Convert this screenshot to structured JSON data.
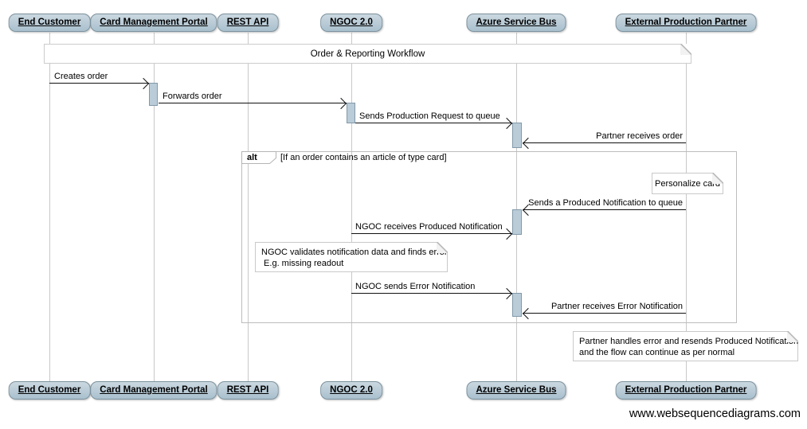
{
  "diagram": {
    "title": "Order & Reporting Workflow",
    "watermark": "www.websequencediagrams.com",
    "participants": [
      {
        "id": "end-customer",
        "label": "End Customer"
      },
      {
        "id": "card-management-portal",
        "label": "Card Management Portal"
      },
      {
        "id": "rest-api",
        "label": "REST API"
      },
      {
        "id": "ngoc-2-0",
        "label": "NGOC 2.0"
      },
      {
        "id": "azure-service-bus",
        "label": "Azure Service Bus"
      },
      {
        "id": "external-production-partner",
        "label": "External Production Partner"
      }
    ],
    "messages": [
      {
        "from": "End Customer",
        "to": "Card Management Portal",
        "label": "Creates order"
      },
      {
        "from": "Card Management Portal",
        "to": "NGOC 2.0",
        "label": "Forwards order"
      },
      {
        "from": "NGOC 2.0",
        "to": "Azure Service Bus",
        "label": "Sends Production Request to queue"
      },
      {
        "from": "External Production Partner",
        "to": "Azure Service Bus",
        "label": "Partner receives order"
      },
      {
        "from": "External Production Partner",
        "to": "Azure Service Bus",
        "label": "Sends a Produced Notification to queue"
      },
      {
        "from": "NGOC 2.0",
        "to": "Azure Service Bus",
        "label": "NGOC receives Produced Notification"
      },
      {
        "from": "NGOC 2.0",
        "to": "Azure Service Bus",
        "label": "NGOC sends Error Notification"
      },
      {
        "from": "External Production Partner",
        "to": "Azure Service Bus",
        "label": "Partner receives Error Notification"
      }
    ],
    "alt_frame": {
      "operator": "alt",
      "condition": "[If an order contains an article of type card]"
    },
    "notes": [
      {
        "over": "External Production Partner",
        "label": "Personalize card"
      },
      {
        "over": "NGOC 2.0",
        "lines": [
          "NGOC validates notification data and finds error",
          " E.g. missing readout"
        ]
      },
      {
        "over": "External Production Partner",
        "lines": [
          "Partner handles error and resends Produced Notification",
          "and the flow can continue as per normal"
        ]
      }
    ],
    "colors": {
      "participant_fill": "#b9ccd8",
      "participant_border": "#7d929e",
      "activation_fill": "#b9ccd8",
      "lifeline": "#c8c8c8",
      "frame_border": "#bdbdbd",
      "arrow": "#111111"
    }
  }
}
